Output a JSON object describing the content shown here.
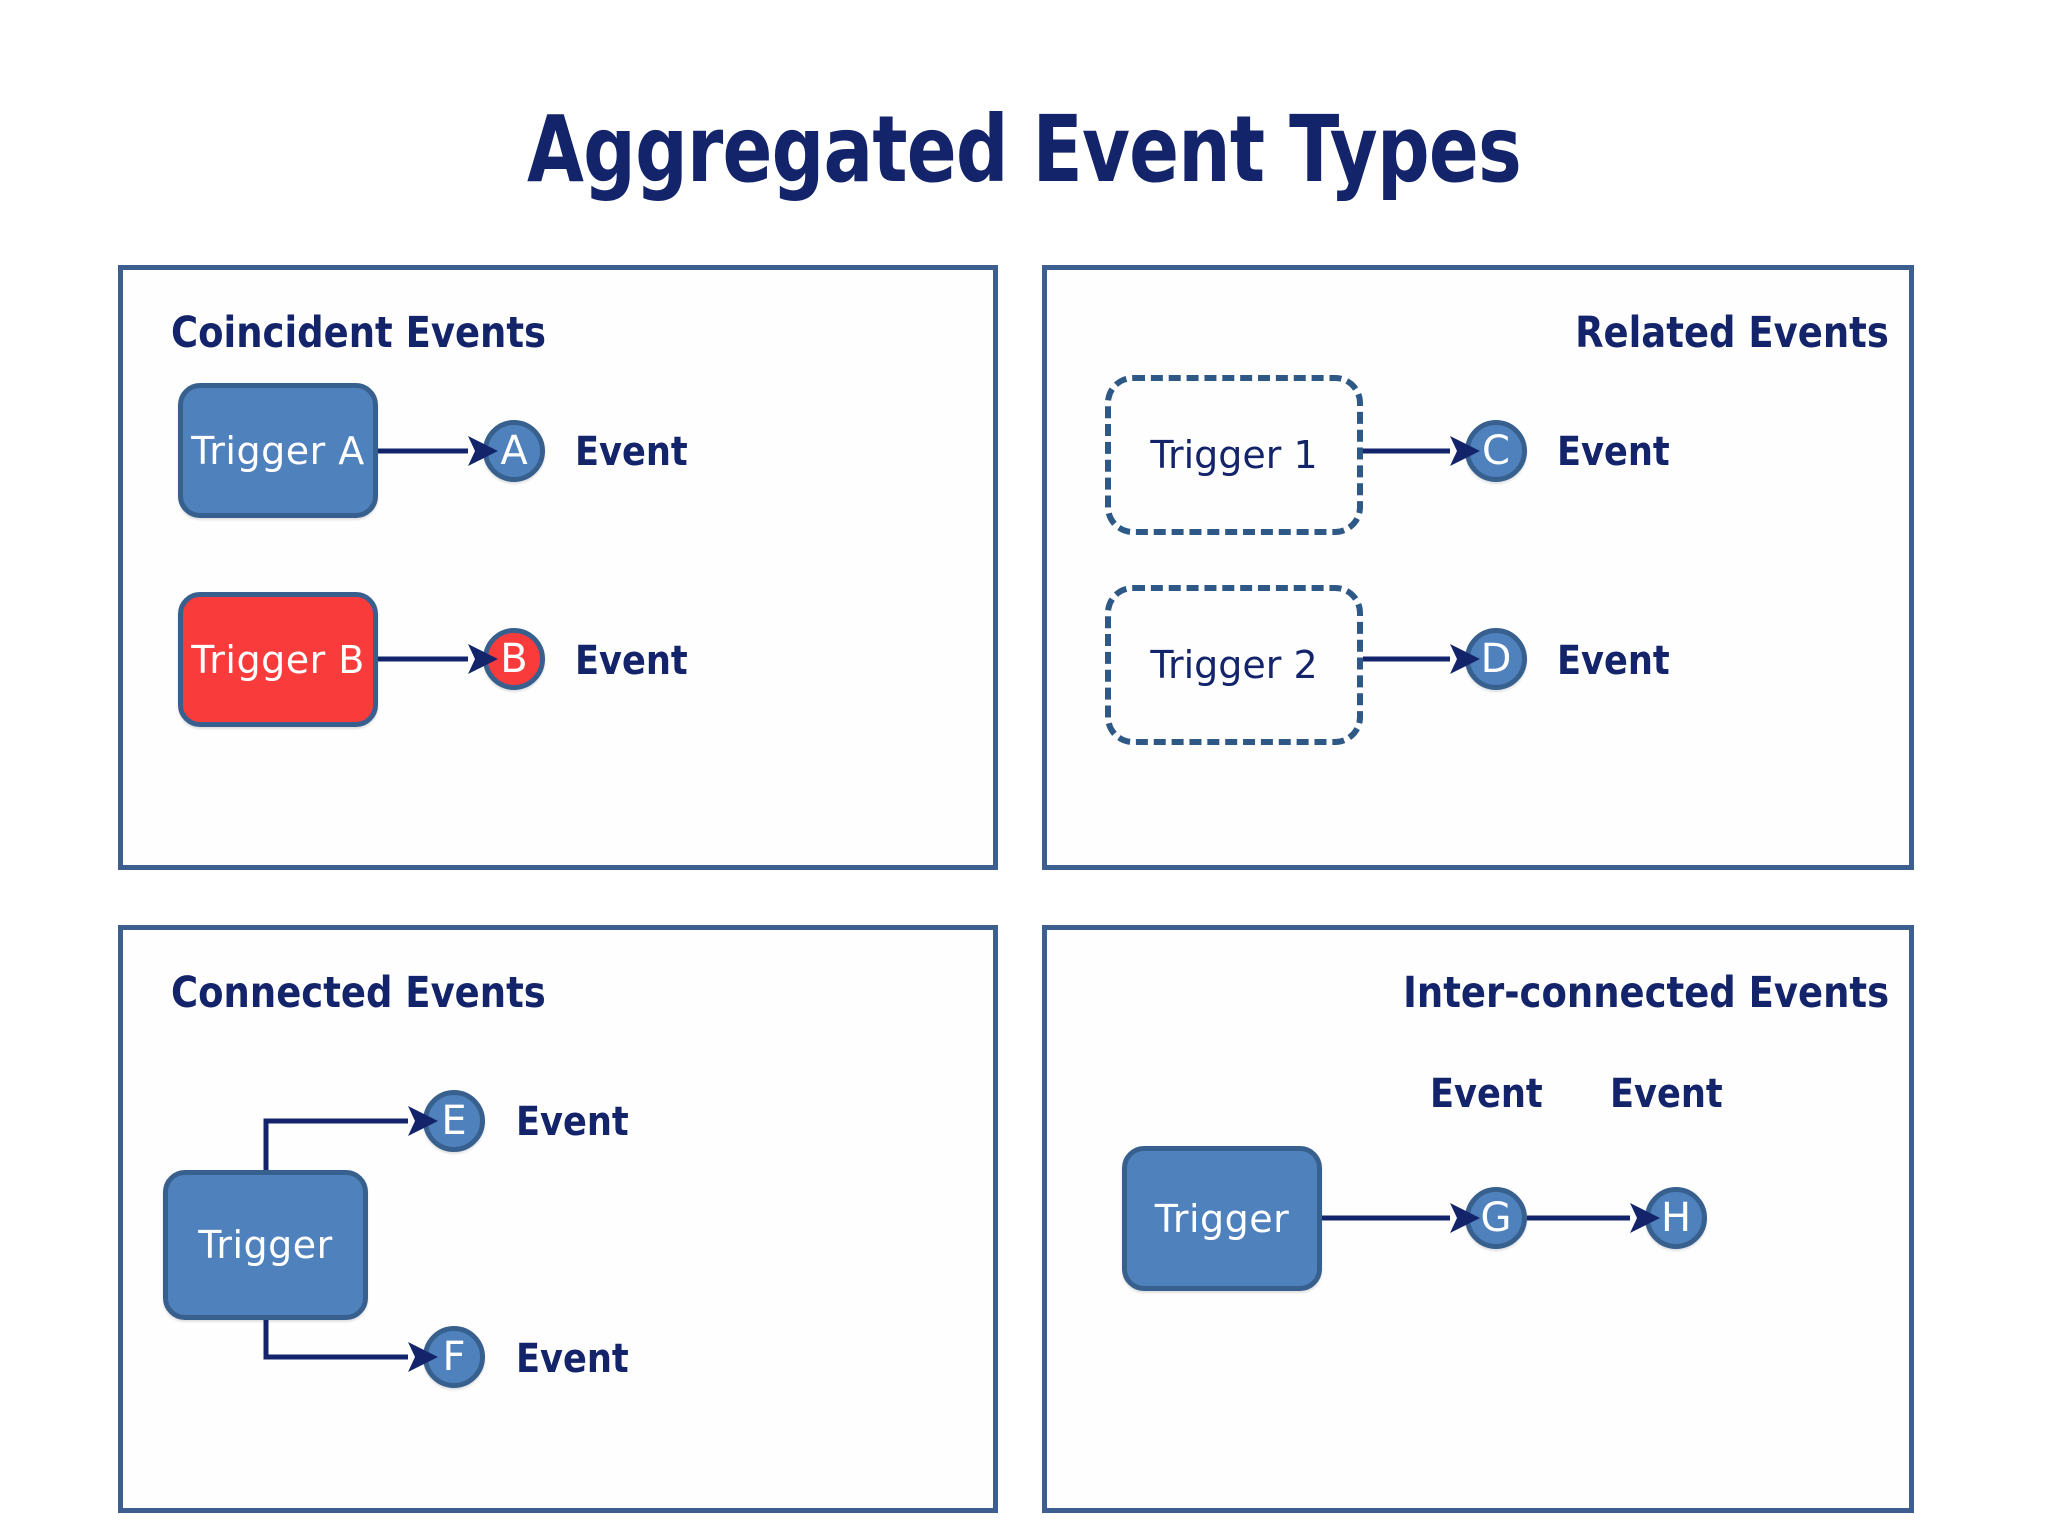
{
  "title": "Aggregated Event Types",
  "colors": {
    "navy": "#14246b",
    "panel_border": "#3c5f8f",
    "box_blue": "#4f81bd",
    "box_blue_border": "#38608e",
    "box_red": "#fa3b3b",
    "dashed_border": "#2e5886",
    "background": "#ffffff"
  },
  "panels": {
    "coincident": {
      "title": "Coincident Events",
      "title_align": "left",
      "rows": [
        {
          "trigger": "Trigger A",
          "trigger_style": "solid-blue",
          "circle": "A",
          "circle_style": "blue",
          "event_label": "Event"
        },
        {
          "trigger": "Trigger B",
          "trigger_style": "solid-red",
          "circle": "B",
          "circle_style": "red",
          "event_label": "Event"
        }
      ]
    },
    "related": {
      "title": "Related Events",
      "title_align": "right",
      "rows": [
        {
          "trigger": "Trigger 1",
          "trigger_style": "dashed",
          "circle": "C",
          "circle_style": "blue",
          "event_label": "Event"
        },
        {
          "trigger": "Trigger 2",
          "trigger_style": "dashed",
          "circle": "D",
          "circle_style": "blue",
          "event_label": "Event"
        }
      ]
    },
    "connected": {
      "title": "Connected Events",
      "title_align": "left",
      "trigger": "Trigger",
      "trigger_style": "solid-blue",
      "branches": [
        {
          "circle": "E",
          "circle_style": "blue",
          "event_label": "Event",
          "direction": "up"
        },
        {
          "circle": "F",
          "circle_style": "blue",
          "event_label": "Event",
          "direction": "down"
        }
      ]
    },
    "interconnected": {
      "title": "Inter-connected Events",
      "title_align": "right",
      "trigger": "Trigger",
      "trigger_style": "solid-blue",
      "chain": [
        {
          "circle": "G",
          "circle_style": "blue",
          "event_label": "Event"
        },
        {
          "circle": "H",
          "circle_style": "blue",
          "event_label": "Event"
        }
      ]
    }
  }
}
